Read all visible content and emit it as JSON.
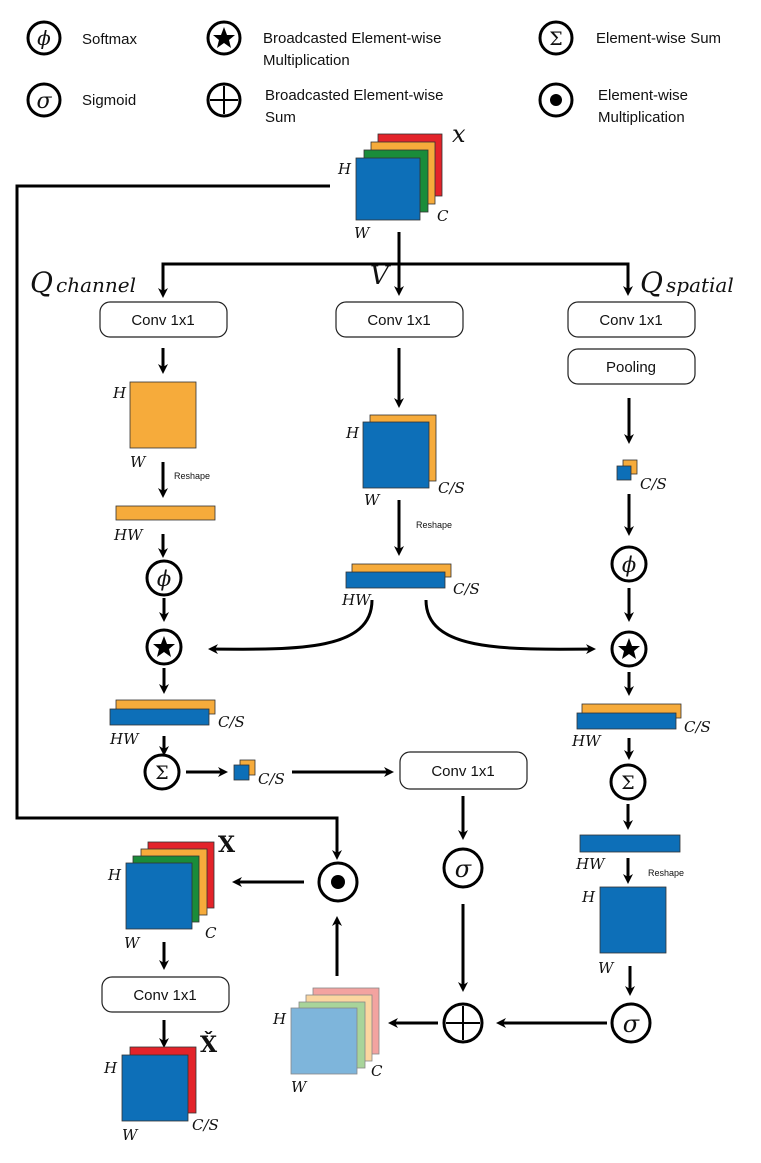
{
  "legend": {
    "softmax": {
      "symbol": "ϕ",
      "label": "Softmax"
    },
    "sigmoid": {
      "symbol": "σ",
      "label": "Sigmoid"
    },
    "bc_mult": {
      "label_line1": "Broadcasted Element-wise",
      "label_line2": "Multiplication"
    },
    "bc_sum": {
      "label_line1": "Broadcasted Element-wise",
      "label_line2": "Sum"
    },
    "ew_sum": {
      "symbol": "Σ",
      "label": "Element-wise Sum"
    },
    "ew_mult": {
      "label_line1": "Element-wise",
      "label_line2": "Multiplication"
    }
  },
  "input": {
    "name": "x",
    "h": "H",
    "w": "W",
    "c": "C"
  },
  "branches": {
    "channel": {
      "label_main": "Q",
      "label_sub": "channel",
      "conv": "Conv 1x1"
    },
    "value": {
      "label_main": "V",
      "conv": "Conv 1x1"
    },
    "spatial": {
      "label_main": "Q",
      "label_sub": "spatial",
      "conv": "Conv 1x1",
      "pool": "Pooling"
    }
  },
  "dims": {
    "H": "H",
    "W": "W",
    "HW": "HW",
    "CS": "C/S",
    "C": "C",
    "reshape": "Reshape"
  },
  "ops": {
    "softmax": "ϕ",
    "sigmoid": "σ",
    "sum": "Σ"
  },
  "center_conv": "Conv 1x1",
  "output": {
    "x_bold": "X",
    "x_check": "X̌",
    "conv": "Conv 1x1"
  },
  "colors": {
    "blue": "#0d6fb8",
    "orange": "#f6ab3b",
    "green": "#1a8c3a",
    "red": "#e3232a",
    "light_blue": "#7eb5db",
    "light_green": "#a8d49a",
    "light_orange": "#fbd6a0",
    "light_red": "#f3a3a0"
  }
}
